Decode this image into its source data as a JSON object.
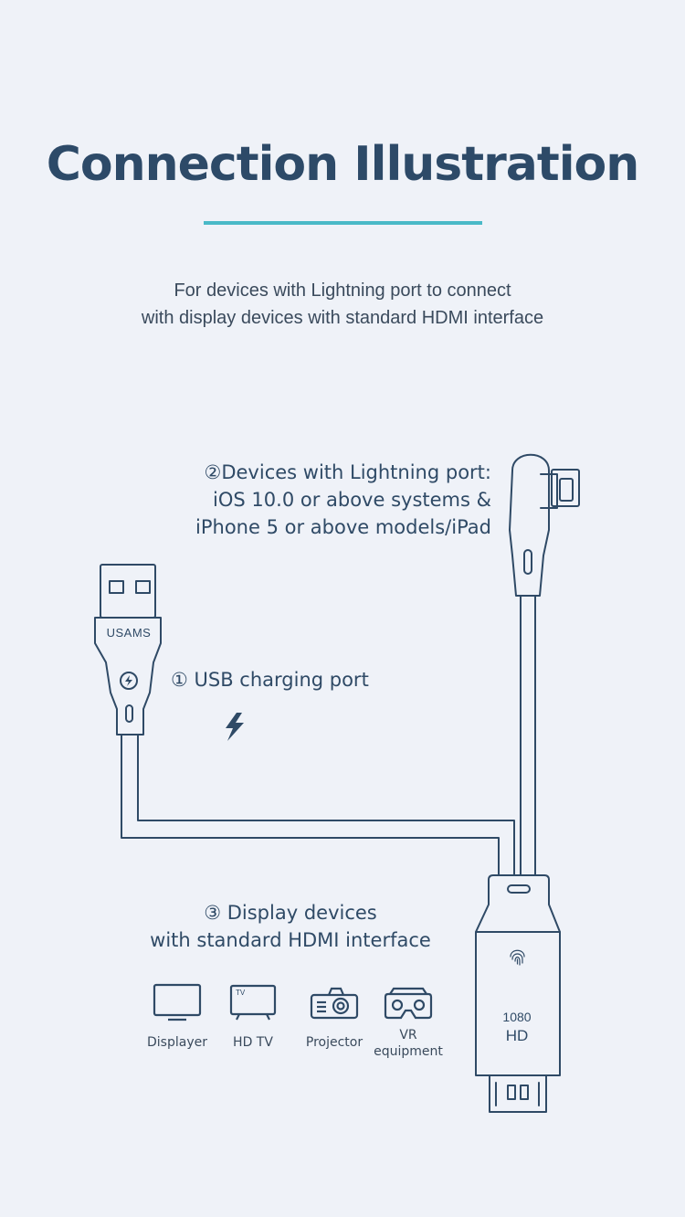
{
  "title": "Connection  Illustration",
  "subtitle": {
    "line1": "For devices with Lightning port to connect",
    "line2": "with display devices with standard HDMI interface"
  },
  "lightning_label": {
    "line1": "②Devices with Lightning port:",
    "line2": "iOS 10.0 or above systems &",
    "line3": "iPhone 5 or above models/iPad"
  },
  "usb_label": "① USB charging port",
  "display_label": {
    "line1": "③ Display devices",
    "line2": "with standard HDMI interface"
  },
  "usb_brand": "USAMS",
  "hdmi": {
    "res": "1080",
    "hd": "HD"
  },
  "devices": [
    {
      "label": "Displayer",
      "icon": "monitor-icon"
    },
    {
      "label": "HD TV",
      "tv_text": "TV",
      "icon": "tv-icon"
    },
    {
      "label": "Projector",
      "icon": "projector-icon"
    },
    {
      "label_line1": "VR",
      "label_line2": "equipment",
      "icon": "vr-headset-icon"
    }
  ],
  "colors": {
    "background": "#eff2f8",
    "title": "#2d4a68",
    "accent_underline": "#49b9c7",
    "stroke": "#2f4a66"
  }
}
